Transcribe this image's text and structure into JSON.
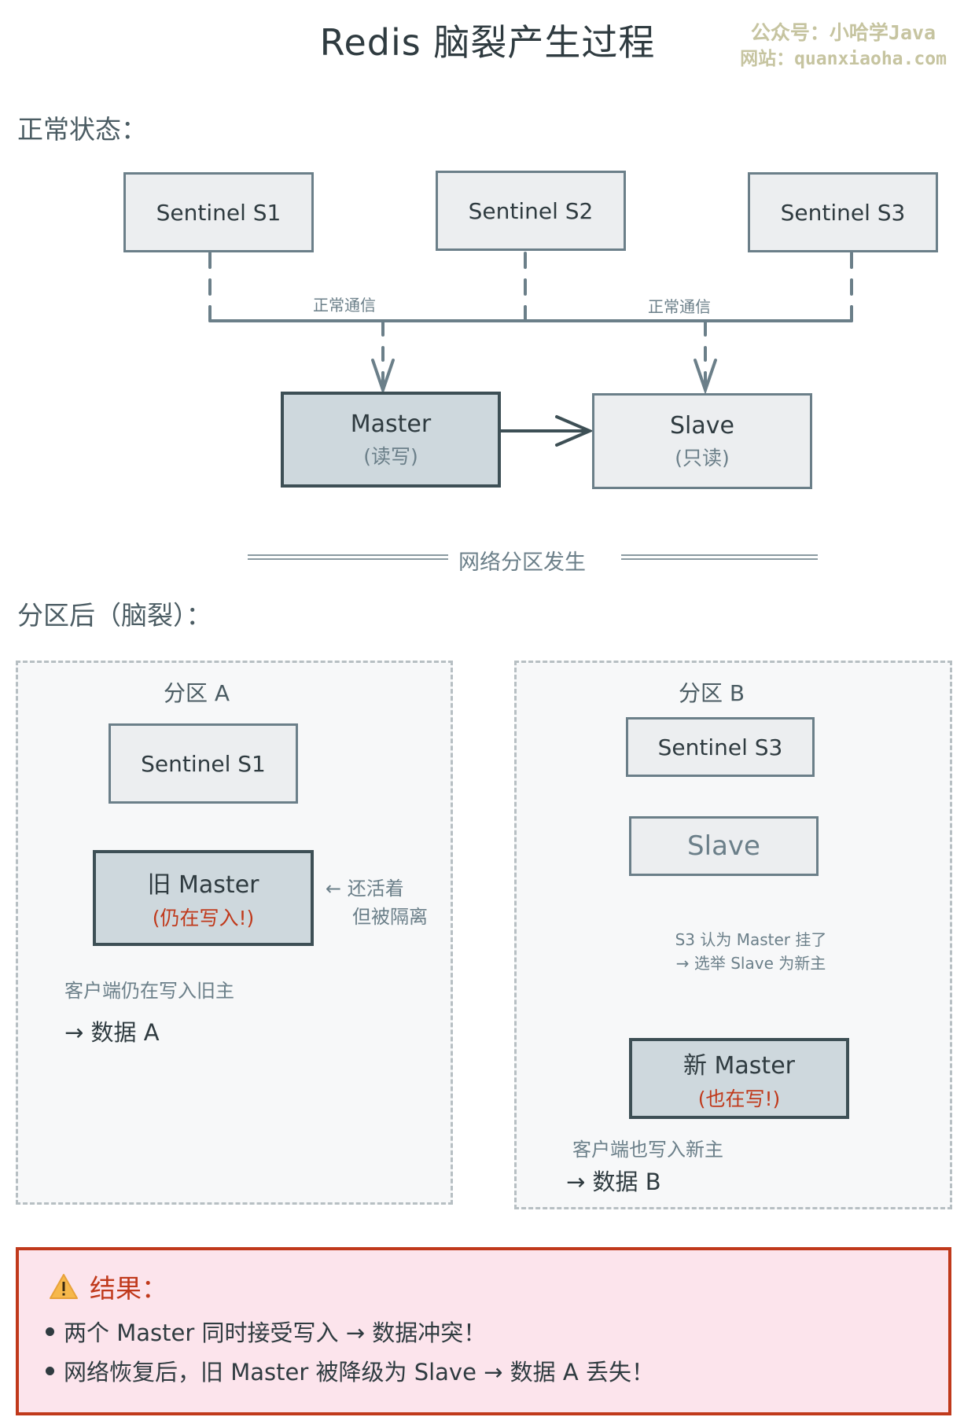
{
  "title": "Redis 脑裂产生过程",
  "watermark": {
    "line1": "公众号：小哈学Java",
    "line2": "网站：quanxiaoha.com"
  },
  "normal": {
    "heading": "正常状态：",
    "sentinels": [
      "Sentinel S1",
      "Sentinel S2",
      "Sentinel S3"
    ],
    "link_labels": [
      "正常通信",
      "正常通信"
    ],
    "master": {
      "label": "Master",
      "sub": "(读写)"
    },
    "slave": {
      "label": "Slave",
      "sub": "(只读)"
    }
  },
  "separator": {
    "label": "网络分区发生"
  },
  "split": {
    "heading": "分区后（脑裂）：",
    "partition_a": {
      "title": "分区 A",
      "sentinel": "Sentinel S1",
      "old_master": {
        "label": "旧 Master",
        "sub": "(仍在写入!)"
      },
      "side_note": [
        "← 还活着",
        "但被隔离"
      ],
      "client_note": "客户端仍在写入旧主",
      "data": "→ 数据 A"
    },
    "partition_b": {
      "title": "分区 B",
      "sentinel": "Sentinel S3",
      "slave": "Slave",
      "election_note": [
        "S3 认为 Master 挂了",
        "→ 选举 Slave 为新主"
      ],
      "new_master": {
        "label": "新 Master",
        "sub": "(也在写!)"
      },
      "client_note": "客户端也写入新主",
      "data": "→ 数据 B"
    }
  },
  "result": {
    "icon": "warning-icon",
    "title": "结果：",
    "bullets": [
      "两个 Master 同时接受写入 → 数据冲突！",
      "网络恢复后，旧 Master 被降级为 Slave → 数据 A 丢失！"
    ]
  },
  "colors": {
    "accent_red": "#c0391b",
    "slate": "#6b7f89",
    "dark_slate": "#3d4f55",
    "result_bg": "#fce4ec"
  }
}
